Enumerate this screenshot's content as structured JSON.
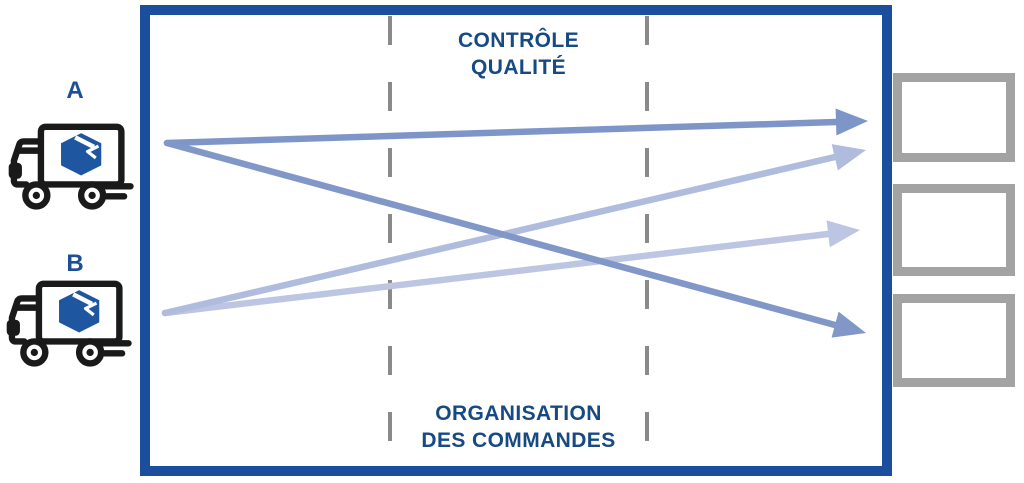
{
  "diagram": {
    "type": "cross-docking-logistics-flow",
    "sources": [
      {
        "id": "A",
        "label": "A",
        "icon": "delivery-truck-icon"
      },
      {
        "id": "B",
        "label": "B",
        "icon": "delivery-truck-icon"
      }
    ],
    "zone": {
      "top_label": {
        "line1": "CONTRÔLE",
        "line2": "QUALITÉ"
      },
      "bottom_label": {
        "line1": "ORGANISATION",
        "line2": "DES COMMANDES"
      }
    },
    "output_slots": [
      {
        "id": "slot-1"
      },
      {
        "id": "slot-2"
      },
      {
        "id": "slot-3"
      }
    ],
    "flows": [
      {
        "from": "A",
        "to": "slot-1",
        "color": "#7e96c7"
      },
      {
        "from": "A",
        "to": "slot-3",
        "color": "#8097c8"
      },
      {
        "from": "B",
        "to": "slot-1",
        "color": "#afbcdd"
      },
      {
        "from": "B",
        "to": "slot-2",
        "color": "#bcc6e3"
      }
    ],
    "colors": {
      "border_blue": "#1b4f9e",
      "label_navy": "#174a82",
      "source_label_blue": "#1d4e96",
      "dash_gray": "#8a8a8a",
      "slot_gray": "#a3a3a3",
      "truck_outline": "#1a1a1a",
      "package_blue": "#1e56a0",
      "background": "#ffffff"
    }
  }
}
